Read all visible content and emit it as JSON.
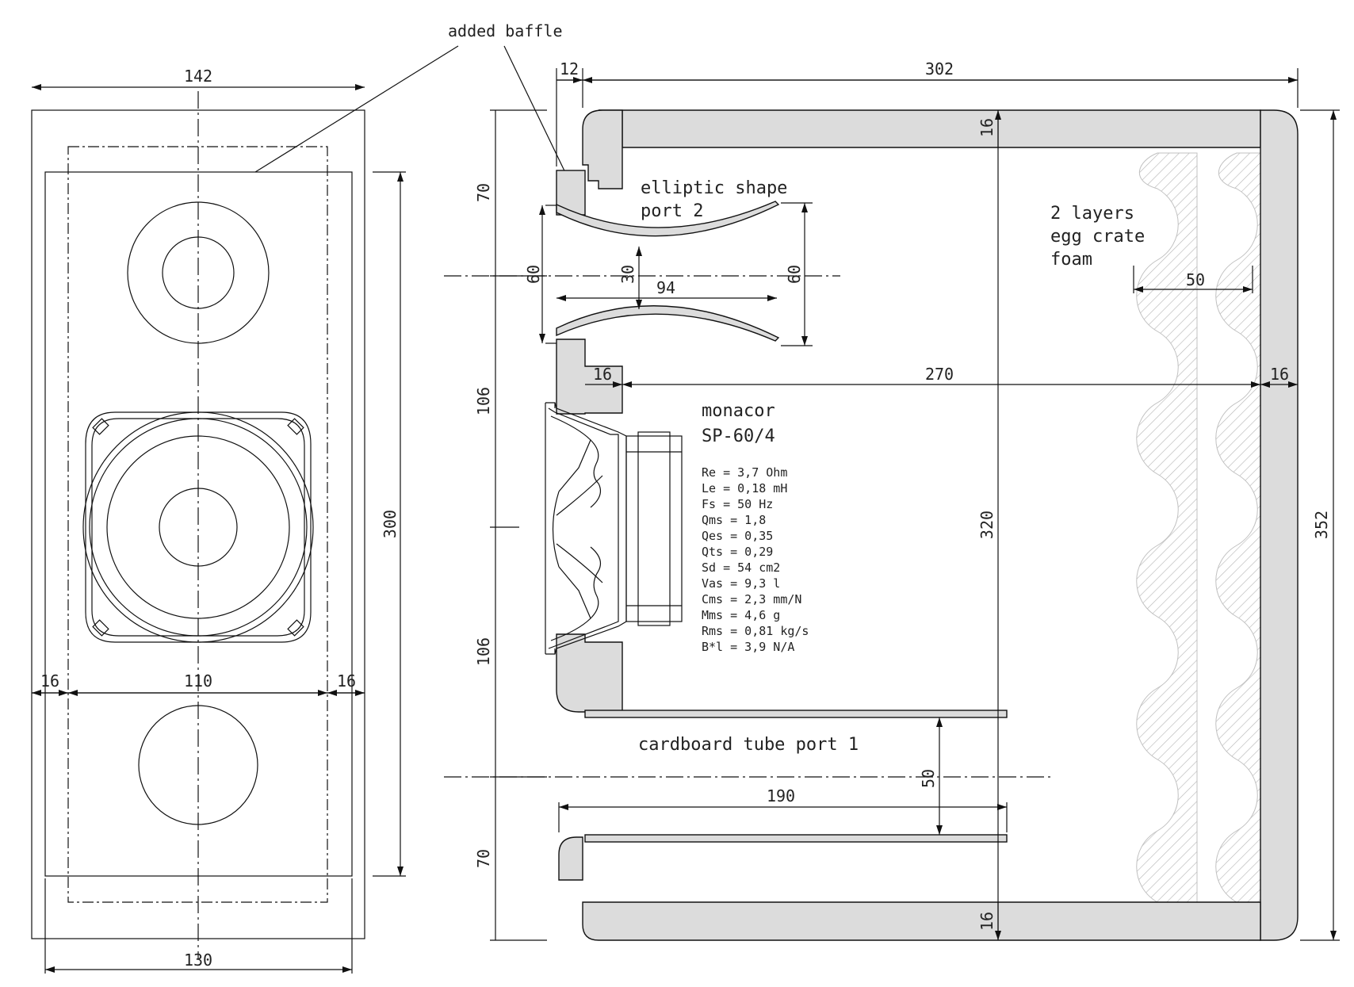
{
  "labels": {
    "added_baffle": "added baffle",
    "elliptic_1": "elliptic shape",
    "elliptic_2": "port 2",
    "foam_1": "2 layers",
    "foam_2": "egg crate",
    "foam_3": "foam",
    "monacor_1": "monacor",
    "monacor_2": "SP-60/4",
    "cardboard": "cardboard tube port 1"
  },
  "specs": [
    "Re =  3,7 Ohm",
    "Le = 0,18 mH",
    "Fs = 50 Hz",
    "Qms = 1,8",
    "Qes = 0,35",
    "Qts = 0,29",
    "Sd = 54 cm2",
    "Vas = 9,3 l",
    "Cms = 2,3 mm/N",
    "Mms = 4,6 g",
    "Rms = 0,81 kg/s",
    "B*l = 3,9 N/A"
  ],
  "dims": {
    "front_142": "142",
    "front_300": "300",
    "front_130": "130",
    "front_16_left": "16",
    "front_110": "110",
    "front_16_right": "16",
    "side_12": "12",
    "side_302": "302",
    "side_16_top": "16",
    "side_70_top": "70",
    "side_60_left": "60",
    "side_30": "30",
    "side_94": "94",
    "side_60_right": "60",
    "side_50_foam": "50",
    "side_16_small": "16",
    "side_270": "270",
    "side_16_right": "16",
    "side_106_upper": "106",
    "side_320": "320",
    "side_352": "352",
    "side_106_lower": "106",
    "side_50_tube": "50",
    "side_190": "190",
    "side_70_bottom": "70",
    "side_16_bottom": "16"
  },
  "colors": {
    "wood": "#dcdcdc",
    "foam_hatch": "#b9b9b9",
    "line": "#111111"
  }
}
